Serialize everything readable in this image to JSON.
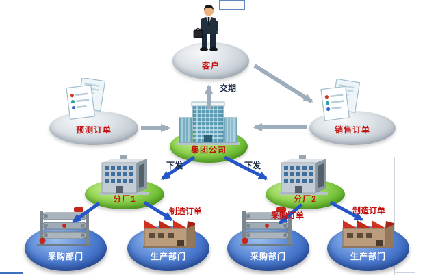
{
  "diagram": {
    "nodes": {
      "customer": {
        "label": "客户",
        "icon": "businessman-icon"
      },
      "forecast_order": {
        "label": "预测订单",
        "icon": "document-icon"
      },
      "sales_order": {
        "label": "销售订单",
        "icon": "document-icon"
      },
      "group_company": {
        "label": "集团公司",
        "icon": "office-building-icon"
      },
      "branch1": {
        "label": "分厂1",
        "icon": "factory-building-icon"
      },
      "branch2": {
        "label": "分厂2",
        "icon": "factory-building-icon"
      },
      "purchasing1": {
        "label": "采购部门",
        "icon": "machinery-icon"
      },
      "production1": {
        "label": "生产部门",
        "icon": "factory-icon"
      },
      "purchasing2": {
        "label": "采购部门",
        "icon": "machinery-icon"
      },
      "production2": {
        "label": "生产部门",
        "icon": "factory-icon"
      }
    },
    "edge_labels": {
      "delivery": "交期",
      "dispatch_left": "下发",
      "dispatch_right": "下发",
      "purchase_order": "采购订单",
      "manufacture_order_left": "制造订单",
      "manufacture_order_right": "制造订单"
    },
    "colors": {
      "oval_gray": "#c7ced6",
      "oval_green": "#6fbf34",
      "oval_blue": "#3b6cc0",
      "label_red": "#c40f0f",
      "label_dark": "#152844",
      "label_white": "#ffffff",
      "arrow_gray": "#9eadbb",
      "arrow_blue": "#2456c8"
    }
  }
}
